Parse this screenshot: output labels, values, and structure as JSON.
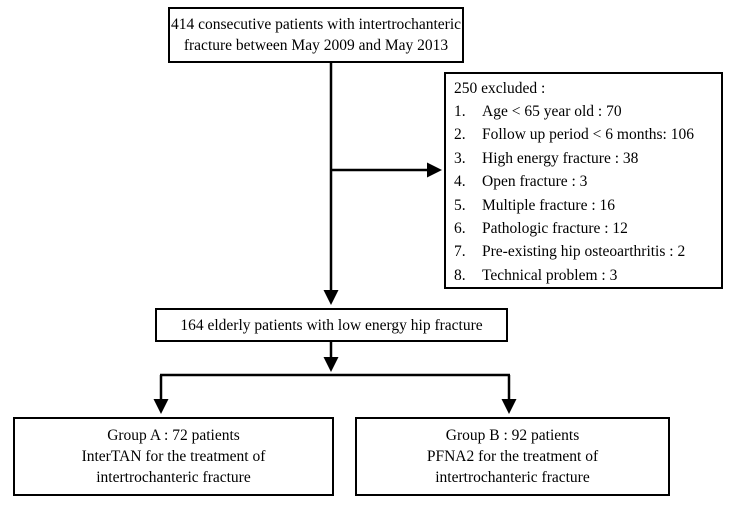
{
  "total_box": {
    "line1": "414 consecutive patients with intertrochanteric",
    "line2": "fracture between May 2009 and May 2013"
  },
  "excluded_box": {
    "title": "250 excluded :",
    "items": [
      {
        "num": "1.",
        "text": "Age < 65 year old : 70"
      },
      {
        "num": "2.",
        "text": "Follow up period < 6 months: 106"
      },
      {
        "num": "3.",
        "text": "High energy fracture : 38"
      },
      {
        "num": "4.",
        "text": "Open fracture : 3"
      },
      {
        "num": "5.",
        "text": "Multiple fracture : 16"
      },
      {
        "num": "6.",
        "text": "Pathologic fracture : 12"
      },
      {
        "num": "7.",
        "text": "Pre-existing hip osteoarthritis : 2"
      },
      {
        "num": "8.",
        "text": "Technical problem : 3"
      }
    ]
  },
  "elderly_box": {
    "text": "164 elderly patients with low energy hip fracture"
  },
  "group_a": {
    "title": "Group A : 72 patients",
    "line2": "InterTAN for the treatment of",
    "line3": "intertrochanteric fracture"
  },
  "group_b": {
    "title": "Group B : 92 patients",
    "line2": "PFNA2 for the treatment of",
    "line3": "intertrochanteric fracture"
  }
}
